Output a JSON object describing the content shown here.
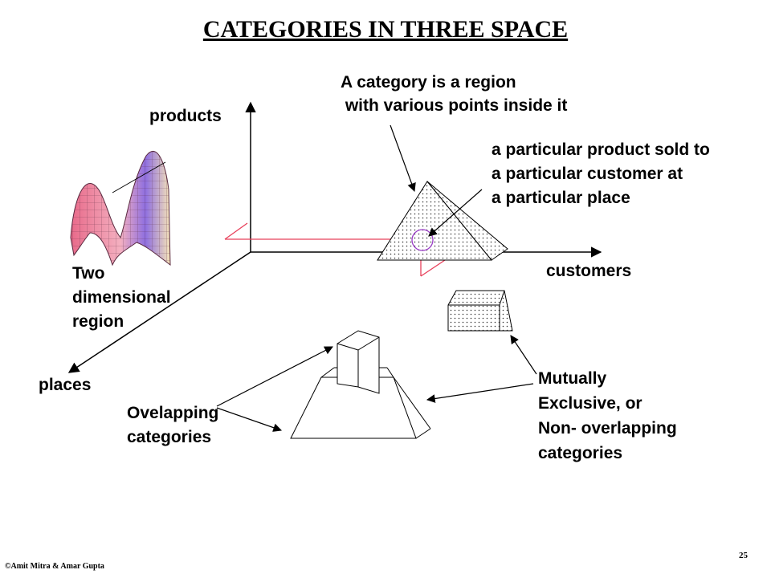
{
  "title": "CATEGORIES IN THREE SPACE",
  "axes": {
    "products": "products",
    "customers": "customers",
    "places": "places"
  },
  "annotations": {
    "category_region": [
      "A category is a region",
      " with various points inside it"
    ],
    "particular_product": [
      "a particular product sold to",
      "a particular customer at",
      "a particular place"
    ],
    "two_dimensional": [
      "Two",
      "dimensional",
      "region"
    ],
    "overlapping": [
      "Ovelapping",
      "categories"
    ],
    "mutually_exclusive": [
      "Mutually",
      "Exclusive, or",
      "Non- overlapping",
      "categories"
    ]
  },
  "footer": {
    "copyright": "©Amit Mitra & Amar Gupta",
    "page_number": "25"
  },
  "colors": {
    "accent_line": "#e8405a",
    "highlight_circle": "#9b3cc8",
    "surface_pink": "#f08aa8",
    "surface_violet": "#8a6ad8"
  }
}
